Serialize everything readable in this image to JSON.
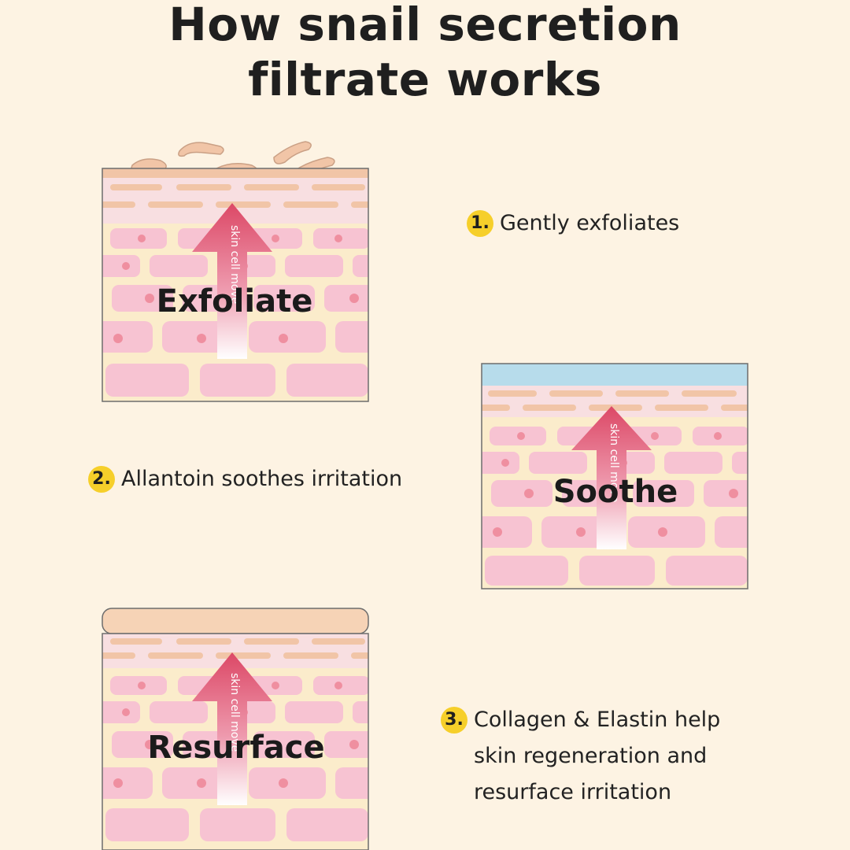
{
  "title": {
    "line1": "How snail secretion",
    "line2": "filtrate works"
  },
  "panels": [
    {
      "label": "Exfoliate",
      "arrow_text": "skin cell move",
      "top_layer": "flakes"
    },
    {
      "label": "Soothe",
      "arrow_text": "skin cell move",
      "top_layer": "blue-film"
    },
    {
      "label": "Resurface",
      "arrow_text": "skin cell move",
      "top_layer": "smooth-layer"
    }
  ],
  "steps": [
    {
      "number": "1.",
      "text": "Gently exfoliates"
    },
    {
      "number": "2.",
      "text": "Allantoin soothes irritation"
    },
    {
      "number": "3.",
      "text": "Collagen & Elastin help\nskin regeneration and\nresurface irritation"
    }
  ],
  "colors": {
    "background": "#fdf3e3",
    "cell": "#f7c3d2",
    "cell_nucleus": "#ef8fa0",
    "grout": "#fbeccb",
    "top_band": "#f8dfe1",
    "flat_cell": "#f1c5a7",
    "film": "#b7dceb",
    "arrow": "#dc4866",
    "badge": "#f6cf2a"
  }
}
